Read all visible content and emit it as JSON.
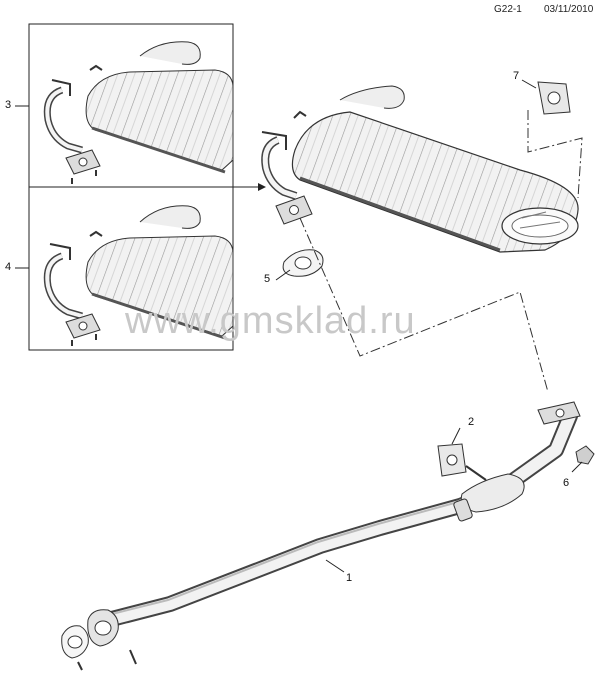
{
  "header": {
    "ref": "G22-1",
    "date": "03/11/2010"
  },
  "watermark": "www.gmsklad.ru",
  "callouts": {
    "c1": "1",
    "c2": "2",
    "c3": "3",
    "c4": "4",
    "c5": "5",
    "c6": "6",
    "c7": "7"
  }
}
